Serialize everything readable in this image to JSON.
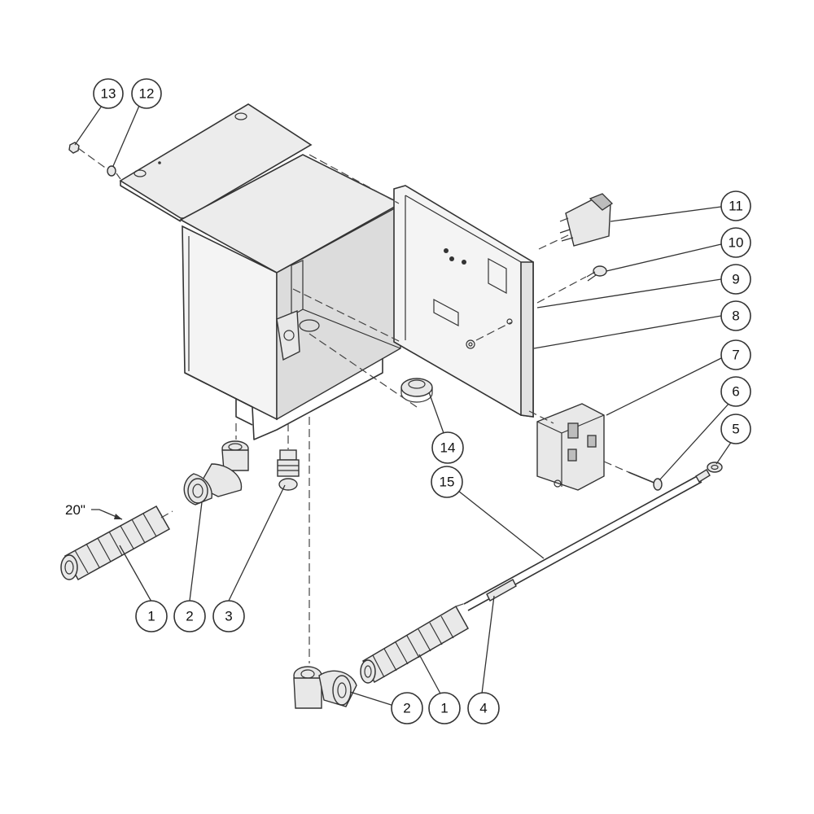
{
  "callouts": [
    {
      "id": "13",
      "label": "13"
    },
    {
      "id": "12",
      "label": "12"
    },
    {
      "id": "11",
      "label": "11"
    },
    {
      "id": "10",
      "label": "10"
    },
    {
      "id": "9",
      "label": "9"
    },
    {
      "id": "8",
      "label": "8"
    },
    {
      "id": "7",
      "label": "7"
    },
    {
      "id": "6",
      "label": "6"
    },
    {
      "id": "5",
      "label": "5"
    },
    {
      "id": "14",
      "label": "14"
    },
    {
      "id": "15",
      "label": "15"
    },
    {
      "id": "1a",
      "label": "1"
    },
    {
      "id": "2a",
      "label": "2"
    },
    {
      "id": "3",
      "label": "3"
    },
    {
      "id": "2b",
      "label": "2"
    },
    {
      "id": "1b",
      "label": "1"
    },
    {
      "id": "4",
      "label": "4"
    }
  ],
  "dimension": {
    "label": "20\""
  }
}
